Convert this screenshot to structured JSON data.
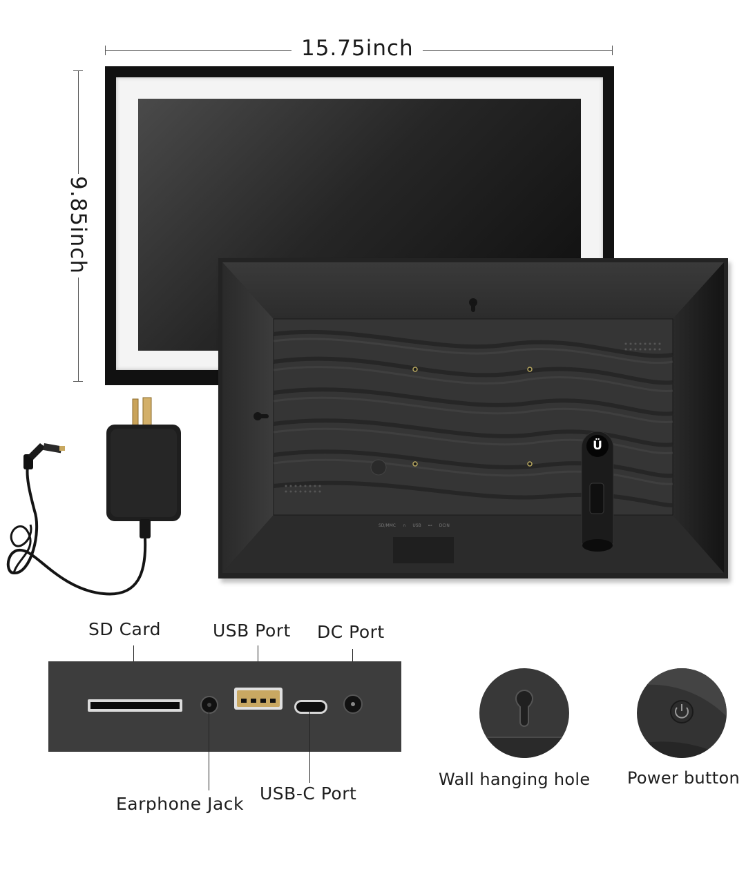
{
  "dimensions": {
    "width_label": "15.75inch",
    "height_label": "9.85inch"
  },
  "frame_back": {
    "logo_glyph": "Ü",
    "tiny_labels": [
      "SD/MMC",
      "∩",
      "USB",
      "⊷",
      "DCIN"
    ]
  },
  "ports_panel": {
    "sd_card": "SD Card",
    "usb_port": "USB Port",
    "dc_port": "DC Port",
    "earphone_jack": "Earphone Jack",
    "usb_c_port": "USB-C Port"
  },
  "callouts": {
    "wall_hanging_hole": "Wall hanging hole",
    "power_button": "Power button"
  },
  "colors": {
    "frame_black": "#111111",
    "back_shell": "#2e2e2e",
    "panel_gray": "#3b3b3b",
    "mat_white": "#f4f4f4"
  }
}
